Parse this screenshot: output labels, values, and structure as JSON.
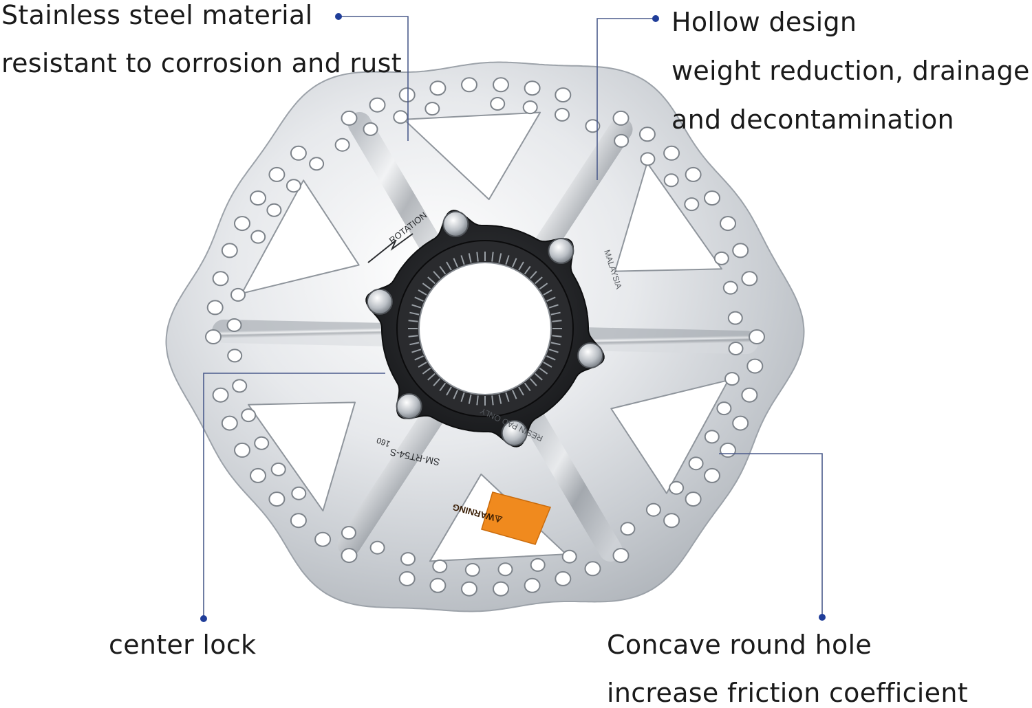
{
  "callouts": {
    "top_left": {
      "line1": "Stainless steel material",
      "line2": "resistant to corrosion and rust"
    },
    "top_right": {
      "line1": "Hollow design",
      "line2": "weight reduction, drainage",
      "line3": "and decontamination"
    },
    "bottom_left": {
      "line1": "center lock"
    },
    "bottom_right": {
      "line1": "Concave round hole",
      "line2": "increase friction coefficient"
    }
  },
  "rotor_markings": {
    "rotation": "ROTATION",
    "model": "SM-RT54-S",
    "warning": "⚠WARNING",
    "country": "MALAYSIA",
    "only": "RESIN PAD ONLY",
    "size": "160"
  },
  "colors": {
    "steel_light": "#e9ebee",
    "steel_mid": "#c4c9cf",
    "steel_dark": "#6d7279",
    "carrier_black": "#1e1f22",
    "warning_orange": "#f08a1e",
    "leader_line": "#4b5b8c",
    "dot_blue": "#1f3d99"
  }
}
